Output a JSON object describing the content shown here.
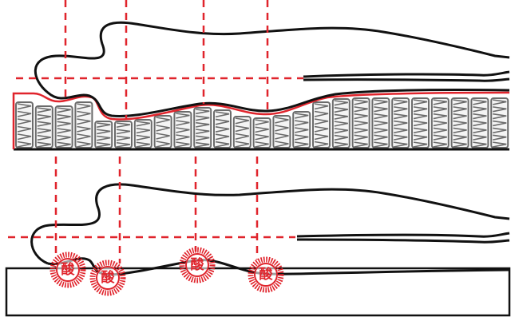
{
  "colors": {
    "accent": "#e0242c",
    "outline": "#111111",
    "spring": "#6b6b6b"
  },
  "bottom_panel": {
    "acid_markers": [
      {
        "label": "酸"
      },
      {
        "label": "酸"
      },
      {
        "label": "酸"
      },
      {
        "label": "酸"
      }
    ]
  }
}
